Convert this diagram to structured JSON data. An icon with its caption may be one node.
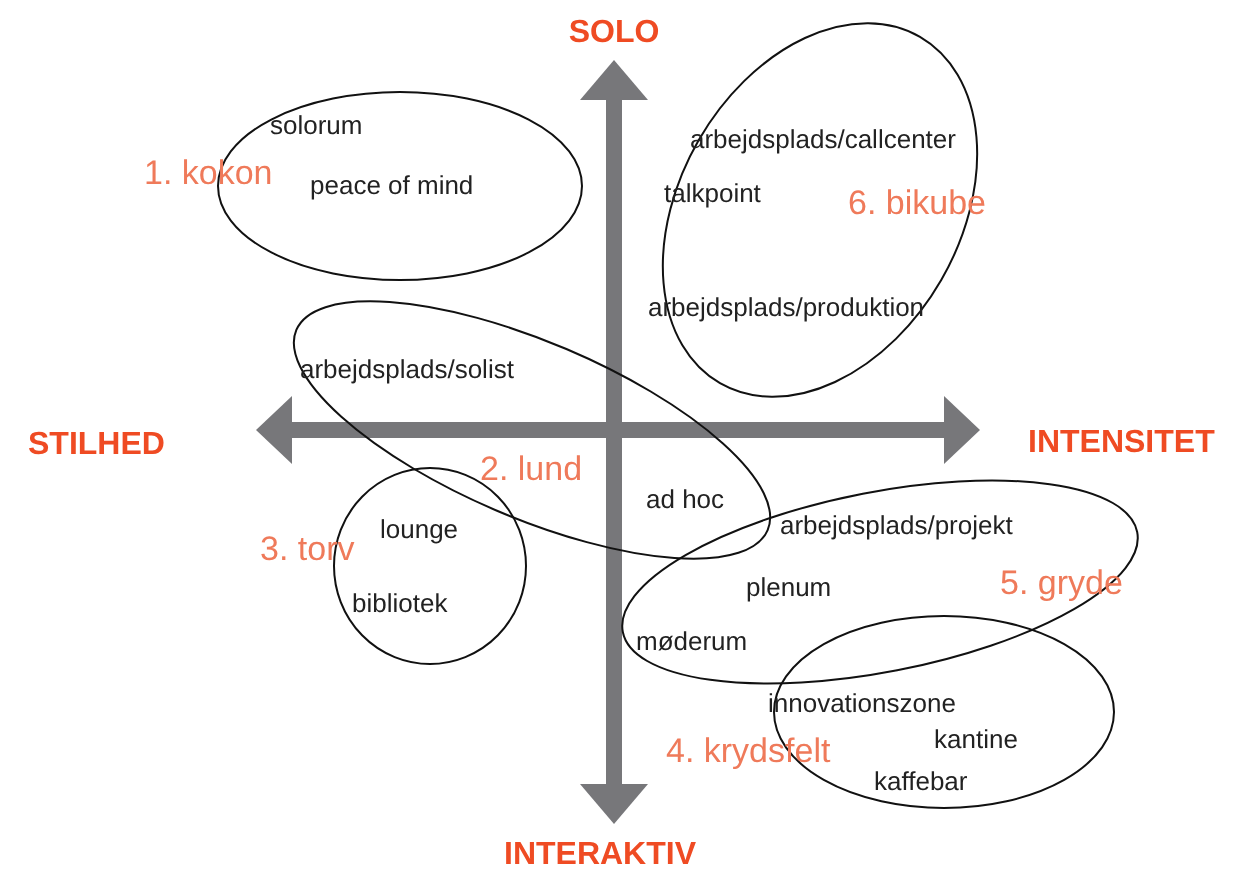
{
  "diagram": {
    "nodes": [
      {
        "text": [
          "solorum",
          "1. kokon",
          "peace of mind"
        ]
      },
      {
        "text": [
          "arbejdsplads/callcenter",
          "talkpoint",
          "6. bikube",
          "arbejdsplads/produktion"
        ]
      },
      {
        "text": [
          "arbejdsplads/solist",
          "2. lund",
          "ad hoc"
        ]
      },
      {
        "text": [
          "lounge",
          "3. torv",
          "bibliotek"
        ]
      },
      {
        "text": [
          "arbejdsplads/projekt",
          "plenum",
          "5. gryde",
          "møderum"
        ]
      },
      {
        "text": [
          "innovationszone",
          "kantine",
          "4. krydsfelt",
          "kaffebar"
        ]
      }
    ],
    "edges": [],
    "labels": [
      "SOLO",
      "STILHED",
      "INTENSITET",
      "INTERAKTIV"
    ]
  }
}
